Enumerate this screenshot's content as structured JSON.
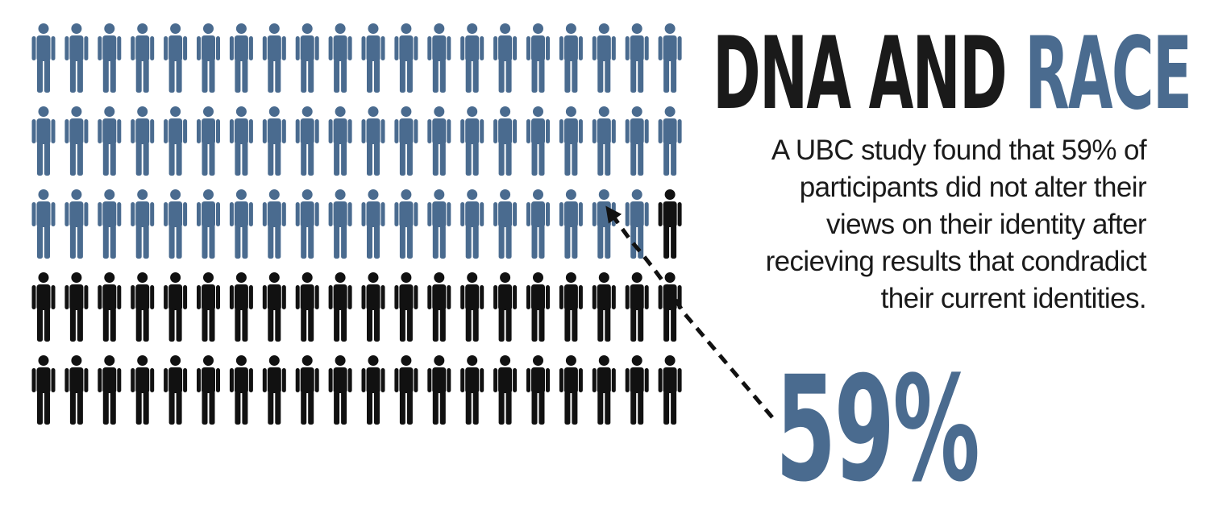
{
  "title": {
    "part1": "DNA AND ",
    "part2": "RACE"
  },
  "description": "A UBC study found that 59% of participants did not alter their views on their identity after recieving results that condradict their current identities.",
  "big_stat": "59%",
  "colors": {
    "highlight": "#4a6b8f",
    "base": "#111111",
    "title_dark": "#1a1a1a"
  },
  "chart_data": {
    "type": "pictogram",
    "rows": 5,
    "columns": 20,
    "total": 100,
    "highlighted": 59,
    "highlight_color": "#4a6b8f",
    "base_color": "#111111",
    "annotation_arrow": "dashed"
  }
}
